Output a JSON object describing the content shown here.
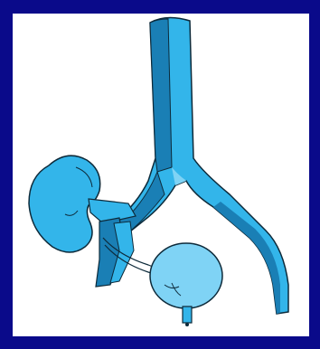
{
  "colors": {
    "background": "#0a0a8a",
    "panel": "#ffffff",
    "organ_fill": "#33b5ea",
    "organ_dark": "#1a7fb5",
    "organ_light": "#7fd3f5",
    "outline": "#0d2a3a"
  },
  "figure": {
    "parts": [
      {
        "name": "aorta-bifurcation"
      },
      {
        "name": "kidney"
      },
      {
        "name": "ureter"
      },
      {
        "name": "bladder"
      },
      {
        "name": "urethra"
      }
    ]
  }
}
